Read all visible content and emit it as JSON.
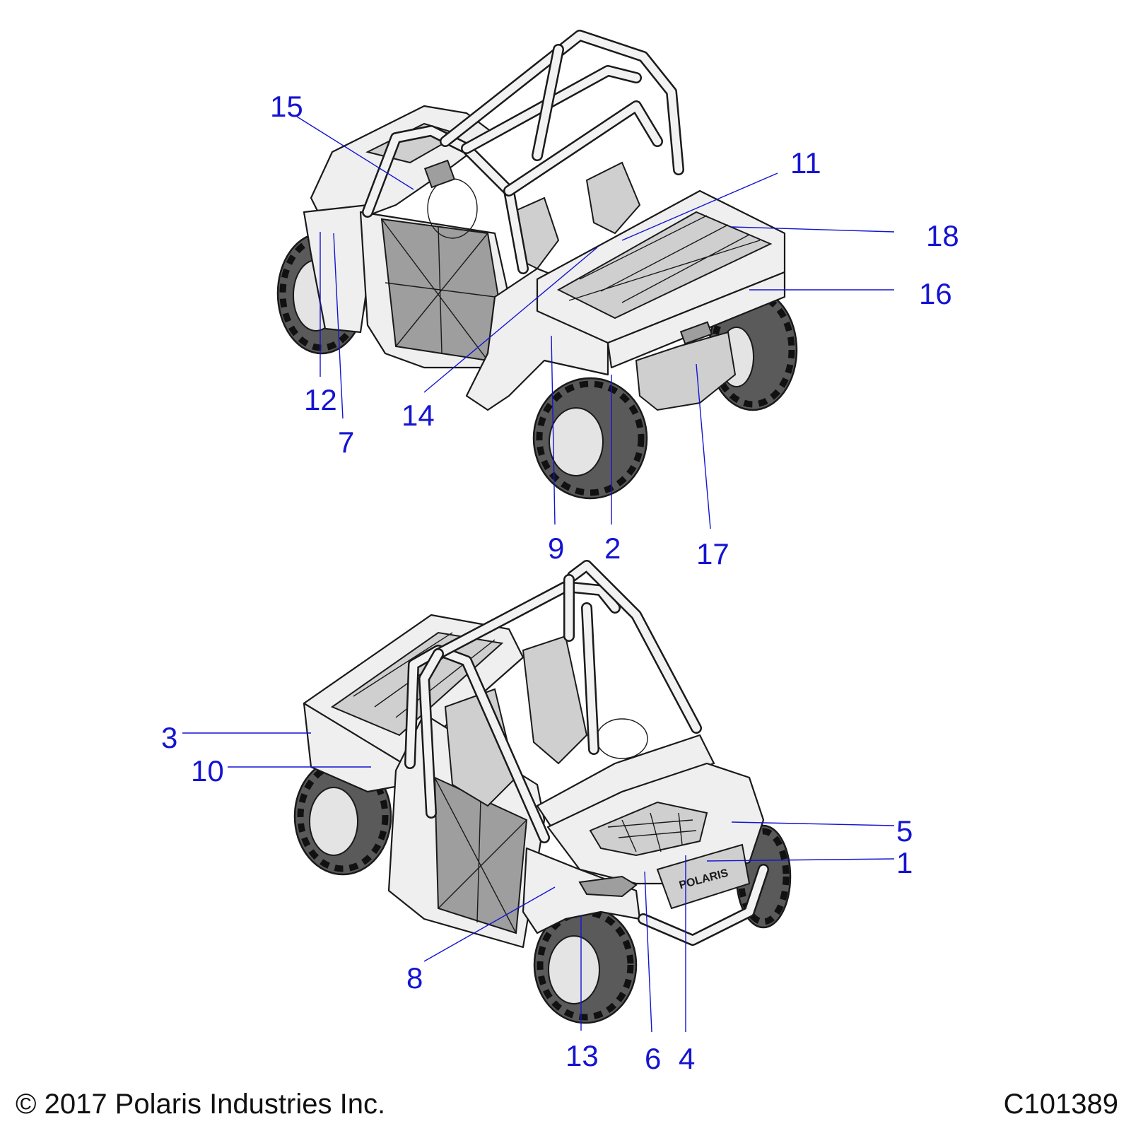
{
  "figure": {
    "views": [
      "rear-three-quarter-view",
      "front-three-quarter-view"
    ],
    "callouts": [
      {
        "id": "c15",
        "label": "15"
      },
      {
        "id": "c11",
        "label": "11"
      },
      {
        "id": "c18",
        "label": "18"
      },
      {
        "id": "c16",
        "label": "16"
      },
      {
        "id": "c12",
        "label": "12"
      },
      {
        "id": "c7",
        "label": "7"
      },
      {
        "id": "c14",
        "label": "14"
      },
      {
        "id": "c9",
        "label": "9"
      },
      {
        "id": "c2",
        "label": "2"
      },
      {
        "id": "c17",
        "label": "17"
      },
      {
        "id": "c3",
        "label": "3"
      },
      {
        "id": "c10",
        "label": "10"
      },
      {
        "id": "c5",
        "label": "5"
      },
      {
        "id": "c1",
        "label": "1"
      },
      {
        "id": "c8",
        "label": "8"
      },
      {
        "id": "c13",
        "label": "13"
      },
      {
        "id": "c6",
        "label": "6"
      },
      {
        "id": "c4",
        "label": "4"
      }
    ],
    "hood_badge": "POLARIS"
  },
  "footer": {
    "copyright": "© 2017 Polaris Industries Inc.",
    "drawing_id": "C101389"
  },
  "colors": {
    "callout": "#1414d2",
    "ink": "#1a1a1a",
    "body_fill": "#efefef"
  }
}
